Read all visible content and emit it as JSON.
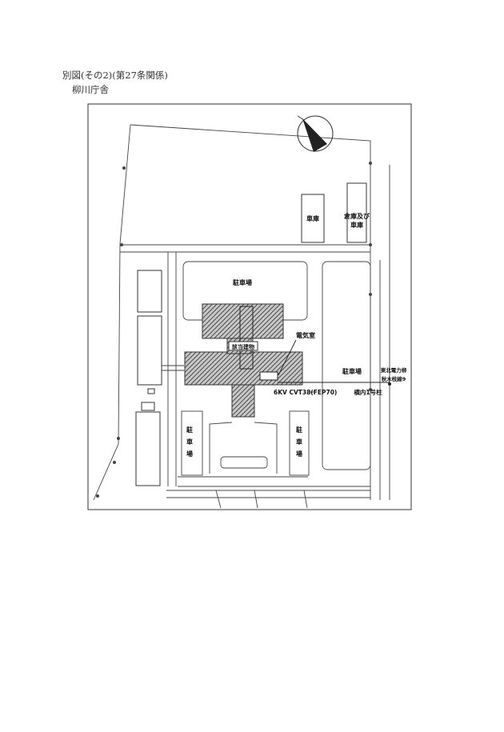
{
  "header": {
    "line1": "別図(その2)(第27条関係)",
    "line2": "柳川庁舎"
  },
  "labels": {
    "garage": "車庫",
    "warehouse_line1": "倉庫及び",
    "warehouse_line2": "車庫",
    "parking_top": "駐車場",
    "electrical_room": "電気室",
    "target_building": "該当建物",
    "parking_right": "駐車場",
    "power_company_line1": "東北電力柳",
    "power_company_line2": "秋木枝線9",
    "cable": "6KV CVT38(FEP70)",
    "pole": "横内1号柱",
    "parking_vertical_char1": "駐",
    "parking_vertical_char2": "車",
    "parking_vertical_char3": "場"
  },
  "colors": {
    "line": "#333333",
    "hatch": "#444444"
  }
}
